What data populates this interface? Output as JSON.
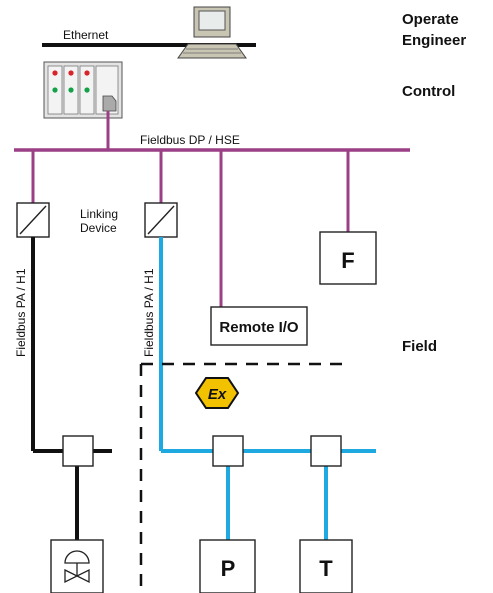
{
  "levels": {
    "operate_line1": "Operate",
    "operate_line2": "Engineer",
    "control": "Control",
    "field": "Field"
  },
  "networks": {
    "ethernet": "Ethernet",
    "fieldbus_dp": "Fieldbus DP / HSE",
    "fieldbus_pa_left": "Fieldbus PA / H1",
    "fieldbus_pa_right": "Fieldbus PA / H1"
  },
  "devices": {
    "linking_line1": "Linking",
    "linking_line2": "Device",
    "remote_io": "Remote I/O",
    "f_device": "F",
    "p_device": "P",
    "t_device": "T",
    "ex_symbol": "Ex"
  },
  "colors": {
    "ethernet": "#111111",
    "fieldbus_dp": "#9b3f86",
    "fieldbus_pa_safe": "#111111",
    "fieldbus_pa_hazard": "#1fa9e1",
    "ex_badge": "#f2c200",
    "led_red": "#d8232a",
    "led_green": "#13a24a",
    "workstation": "#c9c5b3"
  },
  "icons": [
    "workstation-icon",
    "plc-rack-icon",
    "valve-actuator-icon",
    "ex-hazard-icon"
  ]
}
